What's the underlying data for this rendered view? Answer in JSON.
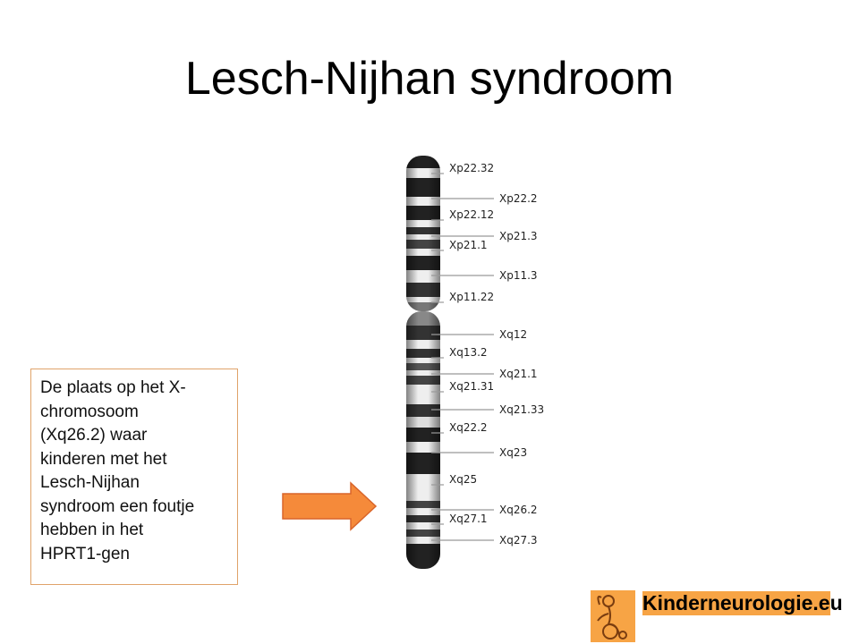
{
  "slide": {
    "title": "Lesch-Nijhan syndroom",
    "callout_lines": [
      "De plaats op het X-",
      "chromosoom",
      "(Xq26.2) waar",
      "kinderen met het",
      "Lesch-Nijhan",
      "syndroom een foutje",
      "hebben in het",
      "HPRT1-gen"
    ]
  },
  "chromosome": {
    "labels": [
      {
        "text": "Xp22.32",
        "side": "near"
      },
      {
        "text": "Xp22.2",
        "side": "far"
      },
      {
        "text": "Xp22.12",
        "side": "near"
      },
      {
        "text": "Xp21.3",
        "side": "far"
      },
      {
        "text": "Xp21.1",
        "side": "near"
      },
      {
        "text": "Xp11.3",
        "side": "far"
      },
      {
        "text": "Xp11.22",
        "side": "near"
      },
      {
        "text": "Xq12",
        "side": "far"
      },
      {
        "text": "Xq13.2",
        "side": "near"
      },
      {
        "text": "Xq21.1",
        "side": "far"
      },
      {
        "text": "Xq21.31",
        "side": "near"
      },
      {
        "text": "Xq21.33",
        "side": "far"
      },
      {
        "text": "Xq22.2",
        "side": "near"
      },
      {
        "text": "Xq23",
        "side": "far"
      },
      {
        "text": "Xq25",
        "side": "near"
      },
      {
        "text": "Xq26.2",
        "side": "far"
      },
      {
        "text": "Xq27.1",
        "side": "near"
      },
      {
        "text": "Xq27.3",
        "side": "far"
      }
    ]
  },
  "logo": {
    "text": "Kinderneurologie.eu"
  },
  "colors": {
    "arrow": "#f58a3a",
    "logo_bg": "#f7a445",
    "callout_border": "#e0a36a"
  }
}
